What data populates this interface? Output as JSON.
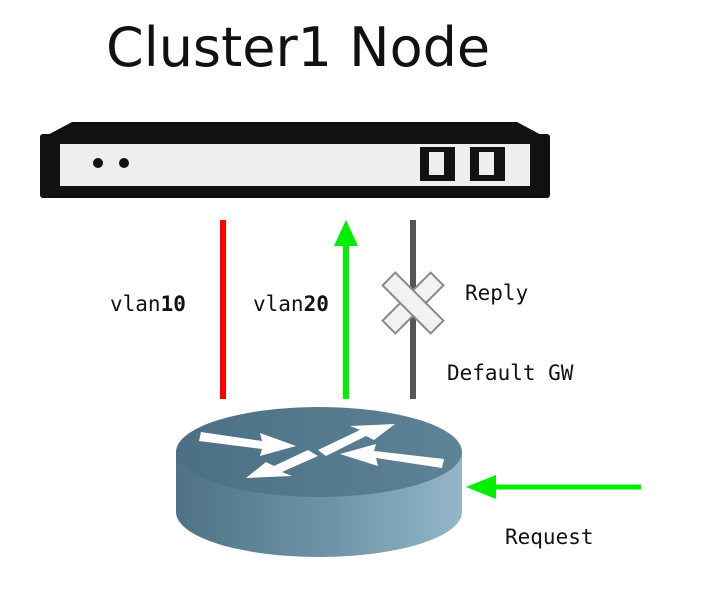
{
  "title": "Cluster1 Node",
  "links": [
    {
      "name": "vlan10",
      "prefix": "vlan",
      "suffix": "10",
      "color": "#ff0000"
    },
    {
      "name": "vlan20",
      "prefix": "vlan",
      "suffix": "20",
      "color": "#00ee00"
    }
  ],
  "reply_label": "Reply",
  "default_gw_label": "Default GW",
  "request_label": "Request",
  "colors": {
    "vlan10": "#ff0000",
    "vlan20": "#00ee00",
    "default_gw": "#555555",
    "request_arrow": "#00ee00",
    "router_top": "#56798c",
    "router_side_dark": "#4f7486",
    "router_side_light": "#8ab0c4"
  }
}
